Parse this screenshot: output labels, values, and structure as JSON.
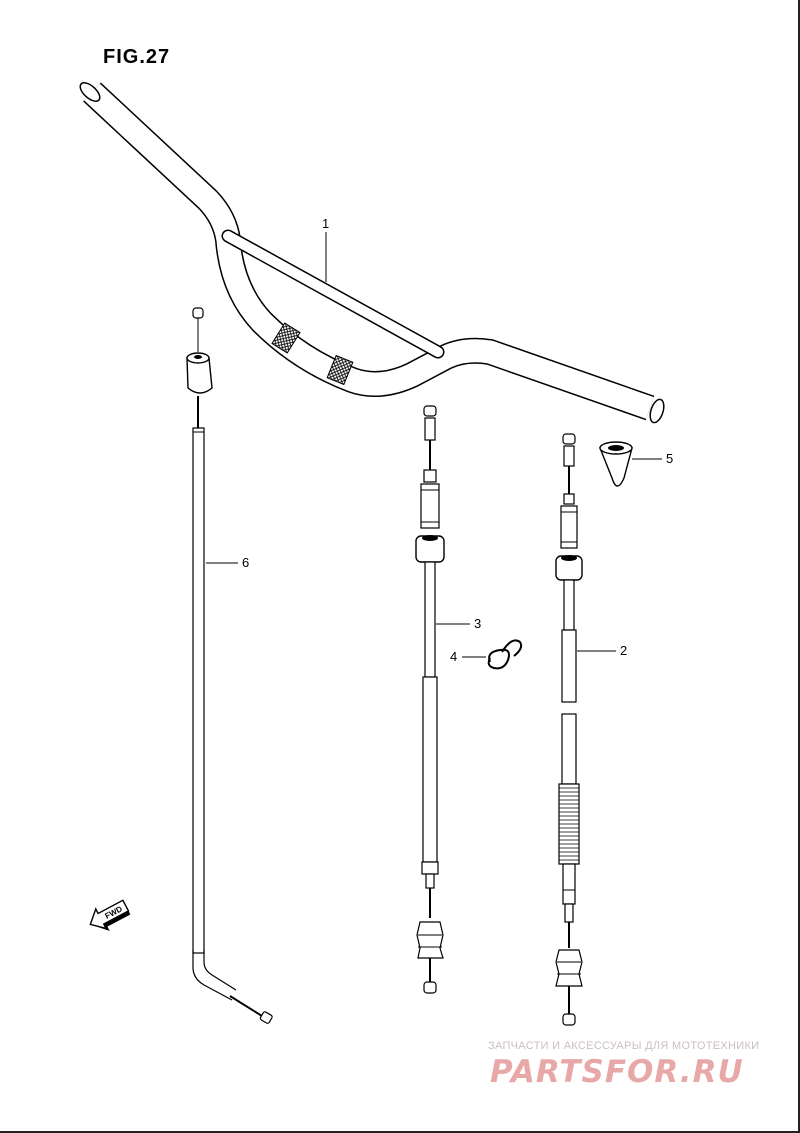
{
  "figure": {
    "title": "FIG.27"
  },
  "callouts": [
    {
      "id": "callout-1",
      "label": "1",
      "part": "handlebar"
    },
    {
      "id": "callout-2",
      "label": "2",
      "part": "clutch-cable"
    },
    {
      "id": "callout-3",
      "label": "3",
      "part": "throttle-cable"
    },
    {
      "id": "callout-4",
      "label": "4",
      "part": "clamp-clip"
    },
    {
      "id": "callout-5",
      "label": "5",
      "part": "rubber-boot"
    },
    {
      "id": "callout-6",
      "label": "6",
      "part": "decompression-cable"
    }
  ],
  "direction_marker": {
    "label": "FWD",
    "icon": "fwd-arrow-icon"
  },
  "watermark": {
    "caption": "ЗАПЧАСТИ И АКСЕССУАРЫ ДЛЯ МОТОТЕХНИКИ",
    "logo": "PARTSFOR.RU",
    "color": "#e8a8a8"
  }
}
